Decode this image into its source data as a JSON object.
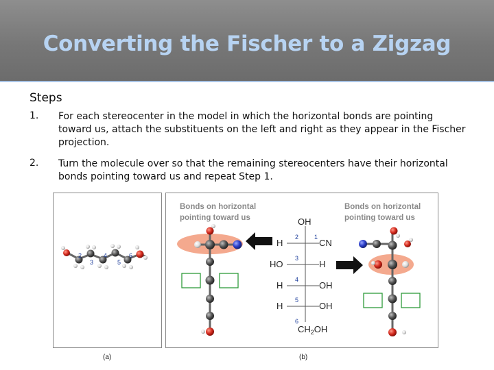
{
  "slide": {
    "title": "Converting the Fischer to a Zigzag",
    "steps_heading": "Steps",
    "steps": [
      {
        "number": "1.",
        "text": "For each stereocenter in the model in which the horizontal bonds are pointing toward us, attach the substituents on the left and right as they appear in the Fischer projection."
      },
      {
        "number": "2.",
        "text": "Turn the molecule over so that the remaining stereocenters have their horizontal bonds pointing toward us and repeat Step 1."
      }
    ]
  },
  "figure": {
    "panel_a_label": "(a)",
    "panel_b_label": "(b)",
    "zigzag_numbers": [
      "2",
      "3",
      "4",
      "5",
      "6"
    ],
    "caption_left": [
      "Bonds on horizontal",
      "pointing toward us"
    ],
    "caption_right": [
      "Bonds on horizontal",
      "pointing toward us"
    ],
    "fischer": {
      "top": "OH",
      "bottom": "CH2OH",
      "rows": [
        {
          "num": "1",
          "left": "",
          "right": ""
        },
        {
          "num": "2",
          "left": "H",
          "right": "CN"
        },
        {
          "num": "3",
          "left": "HO",
          "right": "H"
        },
        {
          "num": "4",
          "left": "H",
          "right": "OH"
        },
        {
          "num": "5",
          "left": "H",
          "right": "OH"
        },
        {
          "num": "6",
          "left": "",
          "right": ""
        }
      ]
    }
  }
}
